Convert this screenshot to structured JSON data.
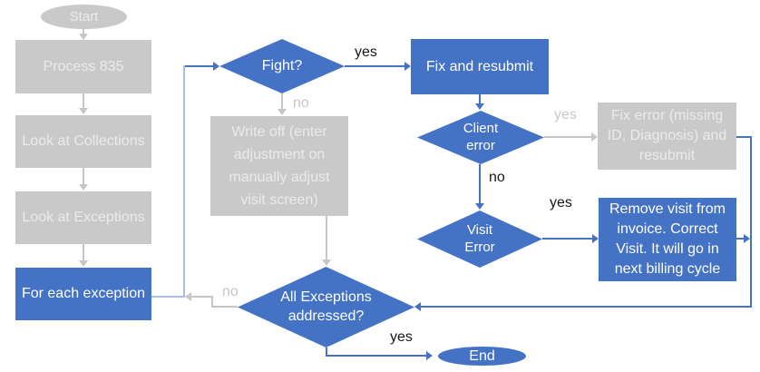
{
  "diagram": {
    "type": "flowchart",
    "colors": {
      "node_blue": "#4472c4",
      "node_gray": "#c9c9c9",
      "connector_blue": "#4472c4",
      "connector_light_blue": "#a9bee6",
      "connector_gray": "#c6c6c6",
      "label_black": "#171717",
      "label_gray": "#c7c7c7",
      "text_on_blue": "#ffffff",
      "text_on_gray": "#ebebeb",
      "background": "#ffffff"
    },
    "nodes": {
      "start": {
        "label": "Start",
        "shape": "ellipse",
        "fill": "gray"
      },
      "process835": {
        "label": "Process 835",
        "shape": "rect",
        "fill": "gray"
      },
      "collections": {
        "label": "Look at Collections",
        "shape": "rect",
        "fill": "gray"
      },
      "exceptions": {
        "label": "Look at Exceptions",
        "shape": "rect",
        "fill": "gray"
      },
      "foreach": {
        "label": "For each exception",
        "shape": "rect",
        "fill": "blue"
      },
      "fight": {
        "label": "Fight?",
        "shape": "diamond",
        "fill": "blue"
      },
      "fix_resubmit": {
        "label": "Fix and resubmit",
        "shape": "rect",
        "fill": "blue"
      },
      "write_off": {
        "label": "Write off (enter adjustment on manually adjust visit screen)",
        "shape": "rect",
        "fill": "gray"
      },
      "client_error": {
        "label": "Client error",
        "shape": "diamond",
        "fill": "blue"
      },
      "fix_error": {
        "label": "Fix error (missing ID, Diagnosis) and resubmit",
        "shape": "rect",
        "fill": "gray"
      },
      "visit_error": {
        "label": "Visit Error",
        "shape": "diamond",
        "fill": "blue"
      },
      "remove_visit": {
        "label": "Remove visit from invoice. Correct Visit. It will go in next billing cycle",
        "shape": "rect",
        "fill": "blue"
      },
      "all_addressed": {
        "label": "All Exceptions addressed?",
        "shape": "diamond",
        "fill": "blue"
      },
      "end": {
        "label": "End",
        "shape": "ellipse",
        "fill": "blue"
      }
    },
    "edge_labels": {
      "fight_yes": "yes",
      "fight_no": "no",
      "client_yes": "yes",
      "client_no": "no",
      "visit_yes": "yes",
      "all_no": "no",
      "all_yes": "yes"
    }
  }
}
